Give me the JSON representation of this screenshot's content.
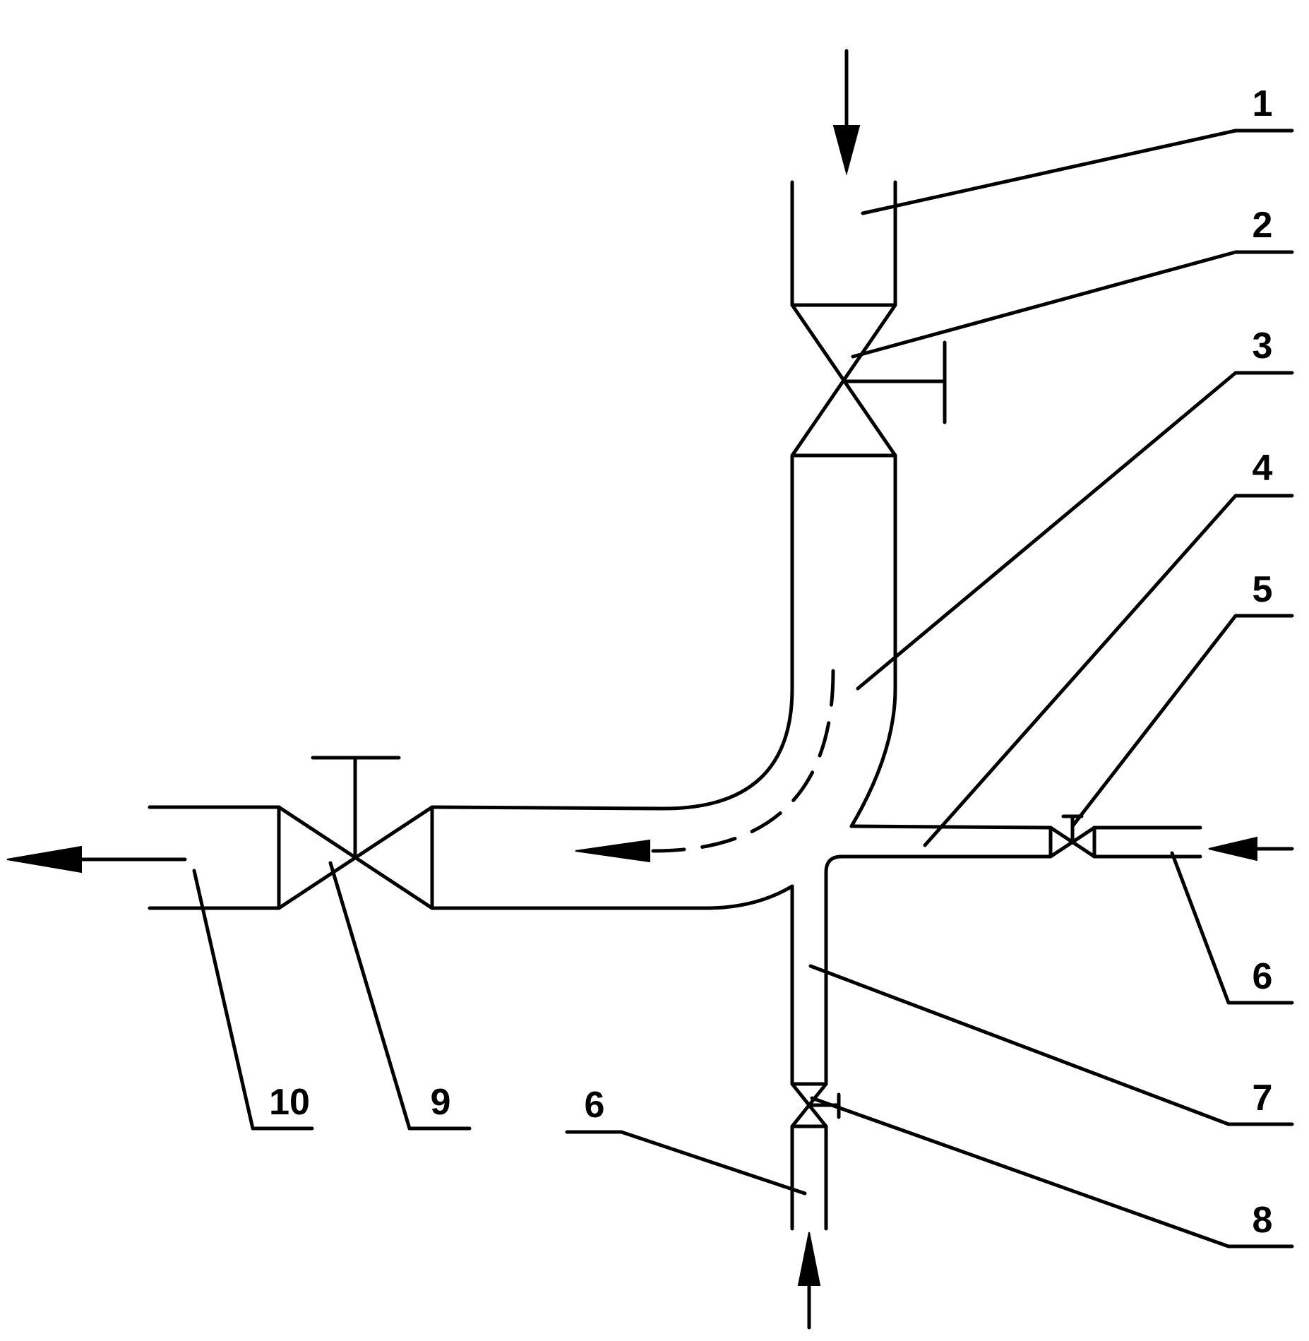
{
  "labels": {
    "l1": "1",
    "l2": "2",
    "l3": "3",
    "l4": "4",
    "l5": "5",
    "l6a": "6",
    "l6b": "6",
    "l7": "7",
    "l8": "8",
    "l9": "9",
    "l10": "10"
  }
}
